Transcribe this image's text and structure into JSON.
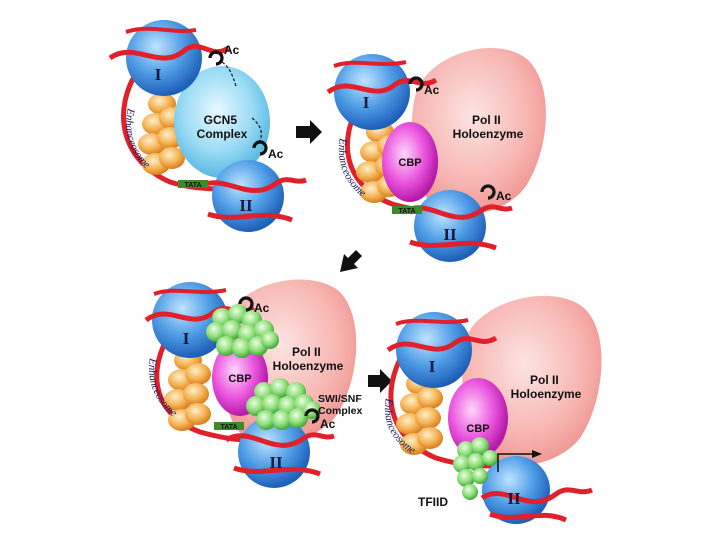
{
  "panels": [
    {
      "id": "p1",
      "nucleosome_top": "I",
      "nucleosome_bottom": "II",
      "complex": "GCN5\nComplex",
      "ac_top": "Ac",
      "ac_bottom": "Ac",
      "tata": "TATA",
      "enhanceosome": "Enhanceosome"
    },
    {
      "id": "p2",
      "nucleosome_top": "I",
      "nucleosome_bottom": "II",
      "holoenzyme": "Pol II\nHoloenzyme",
      "cbp": "CBP",
      "ac_top": "Ac",
      "ac_bottom": "Ac",
      "tata": "TATA",
      "enhanceosome": "Enhanceosome"
    },
    {
      "id": "p3",
      "nucleosome_top": "I",
      "nucleosome_bottom": "II",
      "holoenzyme": "Pol II\nHoloenzyme",
      "cbp": "CBP",
      "swi_snf": "SWI/SNF\nComplex",
      "ac_top": "Ac",
      "ac_bottom": "Ac",
      "tata": "TATA",
      "enhanceosome": "Enhanceosome"
    },
    {
      "id": "p4",
      "nucleosome_top": "I",
      "nucleosome_bottom": "II",
      "holoenzyme": "Pol II\nHoloenzyme",
      "cbp": "CBP",
      "tfiid": "TFIID",
      "enhanceosome": "Enhanceosome"
    }
  ],
  "colors": {
    "nucleosome": "#3a86d8",
    "dna": "#e0202a",
    "gcn5": "#8fd8f2",
    "holoenzyme": "#f7b0ad",
    "cbp": "#e53ad8",
    "activators": "#f0a640",
    "green_complex": "#7cd86a"
  }
}
